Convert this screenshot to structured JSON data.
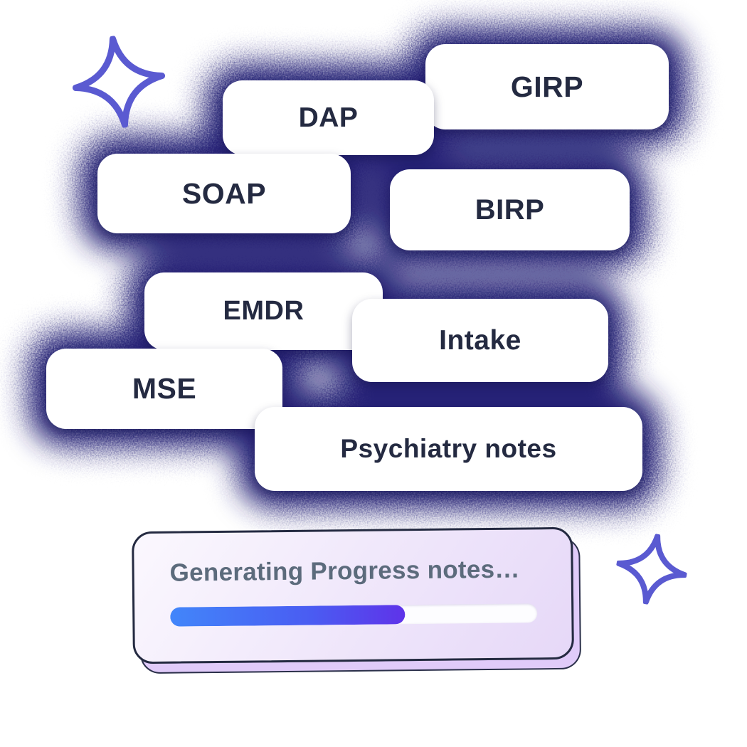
{
  "pills": [
    {
      "label": "GIRP"
    },
    {
      "label": "DAP"
    },
    {
      "label": "SOAP"
    },
    {
      "label": "BIRP"
    },
    {
      "label": "EMDR"
    },
    {
      "label": "Intake"
    },
    {
      "label": "MSE"
    },
    {
      "label": "Psychiatry notes"
    }
  ],
  "progress_card": {
    "label": "Generating Progress notes…",
    "progress_percent": 64
  },
  "icons": {
    "sparkle_top_left": "sparkle-icon",
    "sparkle_bottom_right": "sparkle-icon"
  },
  "colors": {
    "glow_navy": "#262377",
    "pill_text": "#242a41",
    "sparkle_purple": "#5a5ad1",
    "card_border": "#242a41",
    "card_bg_start": "#fbf8fe",
    "card_bg_end": "#e6d8f8",
    "card_shadow": "#e0cbf9",
    "progress_text": "#5c6b7c",
    "progress_track": "#fdfdff",
    "progress_fill_start": "#4286fa",
    "progress_fill_end": "#5f33e9"
  }
}
